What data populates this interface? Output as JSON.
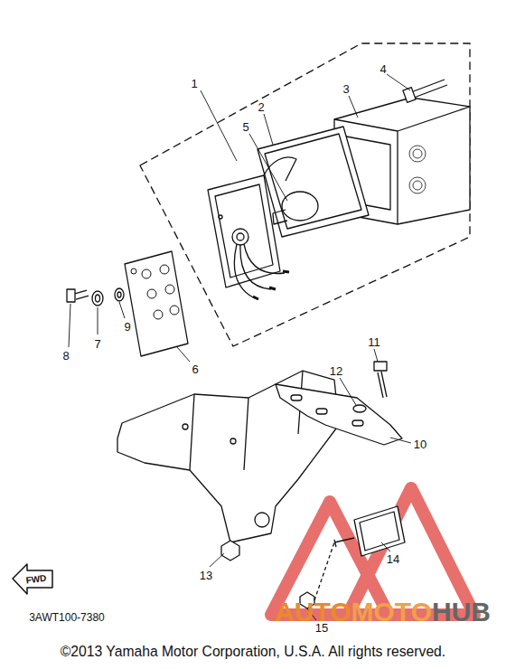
{
  "diagram": {
    "caption": "©2013 Yamaha Motor Corporation, U.S.A. All rights reserved.",
    "labels": [
      "1",
      "2",
      "3",
      "4",
      "5",
      "6",
      "7",
      "8",
      "9",
      "11",
      "12",
      "10",
      "13",
      "15",
      "14",
      "FWD",
      "3AWT100-7380",
      "AUTO",
      "MOTO",
      "HUB"
    ]
  }
}
